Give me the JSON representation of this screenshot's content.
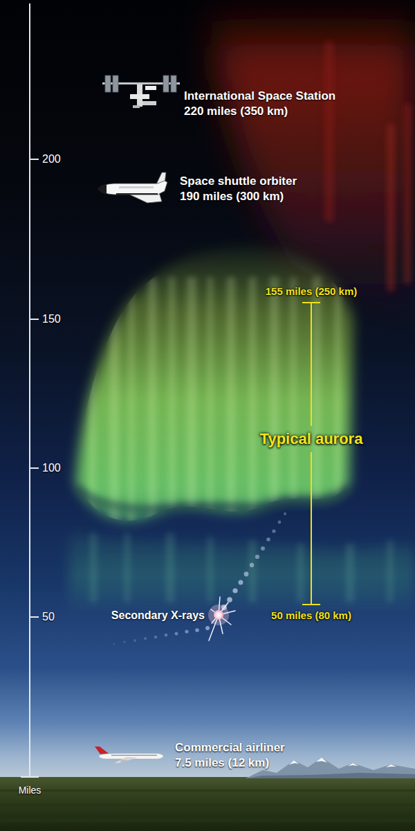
{
  "diagram": {
    "labels": [
      "International Space Station",
      "220 miles (350 km)",
      "200",
      "Space shuttle orbiter",
      "190 miles (300 km)",
      "155 miles (250 km)",
      "150",
      "Typical aurora",
      "100",
      "Secondary X-rays",
      "50 miles (80 km)",
      "50",
      "Commercial airliner",
      "7.5 miles (12 km)",
      "Miles"
    ]
  }
}
